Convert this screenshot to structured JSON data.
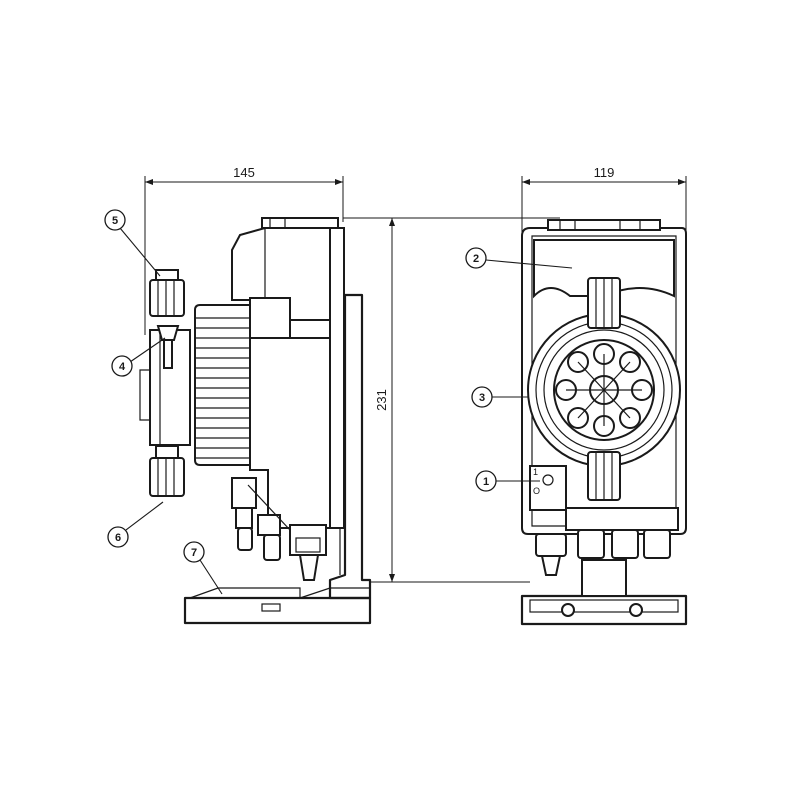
{
  "dimensions": {
    "side_width": "145",
    "front_width": "119",
    "height": "231"
  },
  "callouts": {
    "c1": "1",
    "c2": "2",
    "c3": "3",
    "c4": "4",
    "c5": "5",
    "c6": "6",
    "c7": "7"
  },
  "switch_labels": {
    "on": "1",
    "off": "O"
  }
}
